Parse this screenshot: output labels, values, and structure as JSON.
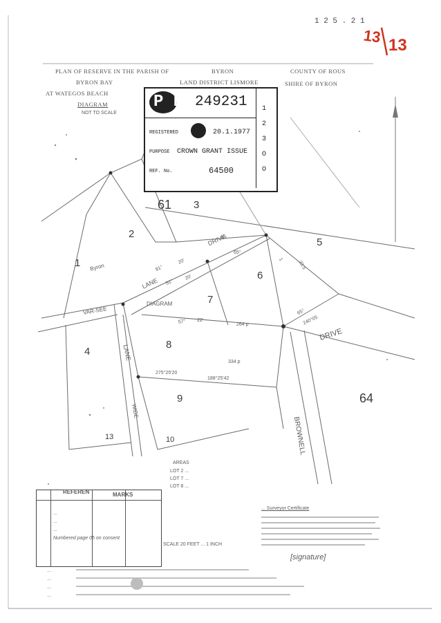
{
  "page_number": {
    "top": "13",
    "bottom": "13"
  },
  "fax_corner": "1 2 5 . 2 1",
  "header": {
    "line1_left": "PLAN OF RESERVE IN THE PARISH OF",
    "line1_parish": "BYRON",
    "line1_right": "COUNTY OF ROUS",
    "line2_left": "BYRON BAY",
    "line2_mid": "LAND DISTRICT LISMORE",
    "line2_right": "SHIRE OF BYRON",
    "line3_left": "AT WATEGOS BEACH",
    "diagram_label": "DIAGRAM",
    "sub_label": "NOT TO SCALE"
  },
  "stamp": {
    "pp_letters": "P P",
    "pp_number": "249231",
    "registered_label": "REGISTERED",
    "registered_date": "20.1.1977",
    "purpose_label": "PURPOSE",
    "purpose_value": "CROWN GRANT ISSUE",
    "ref_label": "REF. No.",
    "ref_value": "64500",
    "side_marks": [
      "1",
      "2",
      "3",
      "O",
      "O"
    ]
  },
  "map": {
    "lots": [
      "61",
      "3",
      "2",
      "1",
      "5",
      "6",
      "7",
      "8",
      "4",
      "9",
      "64",
      "13",
      "10"
    ],
    "roads": {
      "lane_upper": "LANE",
      "lane_left": "LANE",
      "drive_upper": "DRIVE",
      "drive_right": "DRIVE",
      "brownell": "BROWNELL",
      "byron": "Byron",
      "wide": "WIDE",
      "varies": "VAR-SEE"
    },
    "diagram_tag": "DIAGRAM",
    "bearings": [
      "81°",
      "20'",
      "51°",
      "20'",
      "05",
      "65°",
      "57°",
      "22'",
      "264 p",
      "275°25'20",
      "188°25'42",
      "334 p",
      "65°",
      "240°05",
      "1",
      "23.5"
    ]
  },
  "areas_note": {
    "lines": [
      "AREAS",
      "LOT 2 ...",
      "LOT 7 ...",
      "LOT 8 ..."
    ]
  },
  "reference_table": {
    "headers": [
      "REFEREN",
      "MARKS"
    ],
    "rows": [
      "...",
      "...",
      "...",
      "Numbered page 05 on consent"
    ]
  },
  "scale_text": "SCALE 20 FEET ... 1 INCH",
  "certificate": {
    "title": "... Surveyor Certificate",
    "sig": "[signature]"
  },
  "footer_lines": [
    "...",
    "...",
    "...",
    "..."
  ]
}
